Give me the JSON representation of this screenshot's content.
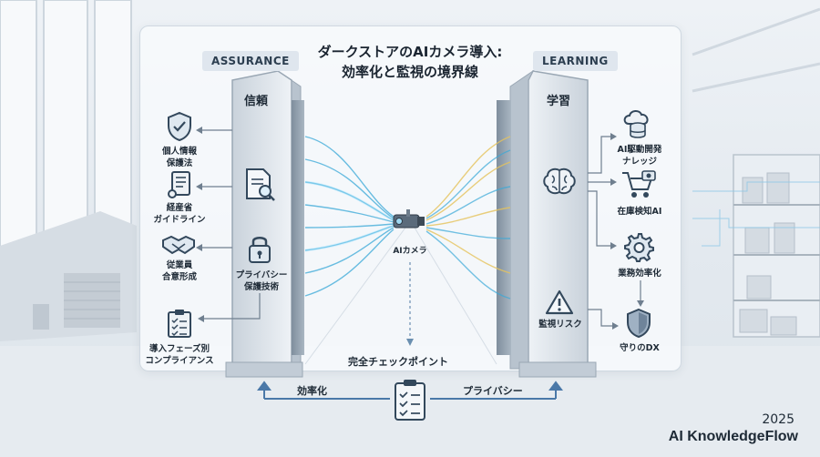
{
  "title": {
    "line1": "ダークストアのAIカメラ導入:",
    "line2": "効率化と監視の境界線"
  },
  "assurance": {
    "tag": "ASSURANCE",
    "pillar": "信頼",
    "items": [
      {
        "line1": "個人情報",
        "line2": "保護法"
      },
      {
        "line1": "経産省",
        "line2": "ガイドライン"
      },
      {
        "line1": "従業員",
        "line2": "合意形成"
      },
      {
        "line1": "導入フェーズ別",
        "line2": "コンプライアンス"
      }
    ],
    "privacy_tech": {
      "line1": "プライバシー",
      "line2": "保護技術"
    }
  },
  "learning": {
    "tag": "LEARNING",
    "pillar": "学習",
    "items": [
      {
        "line1": "AI駆動開発",
        "line2": "ナレッジ"
      },
      {
        "line1": "在庫検知AI",
        "line2": ""
      },
      {
        "line1": "業務効率化",
        "line2": ""
      },
      {
        "line1": "守りのDX",
        "line2": ""
      }
    ],
    "risk": "監視リスク"
  },
  "center": {
    "camera": "AIカメラ",
    "checkpoint": "完全チェックポイント",
    "left_flow": "効率化",
    "right_flow": "プライバシー"
  },
  "footer": {
    "year": "2025",
    "brand": "AI KnowledgeFlow"
  },
  "colors": {
    "accent": "#3aa9d8",
    "gold": "#e6c35c",
    "text": "#1e2a36"
  }
}
